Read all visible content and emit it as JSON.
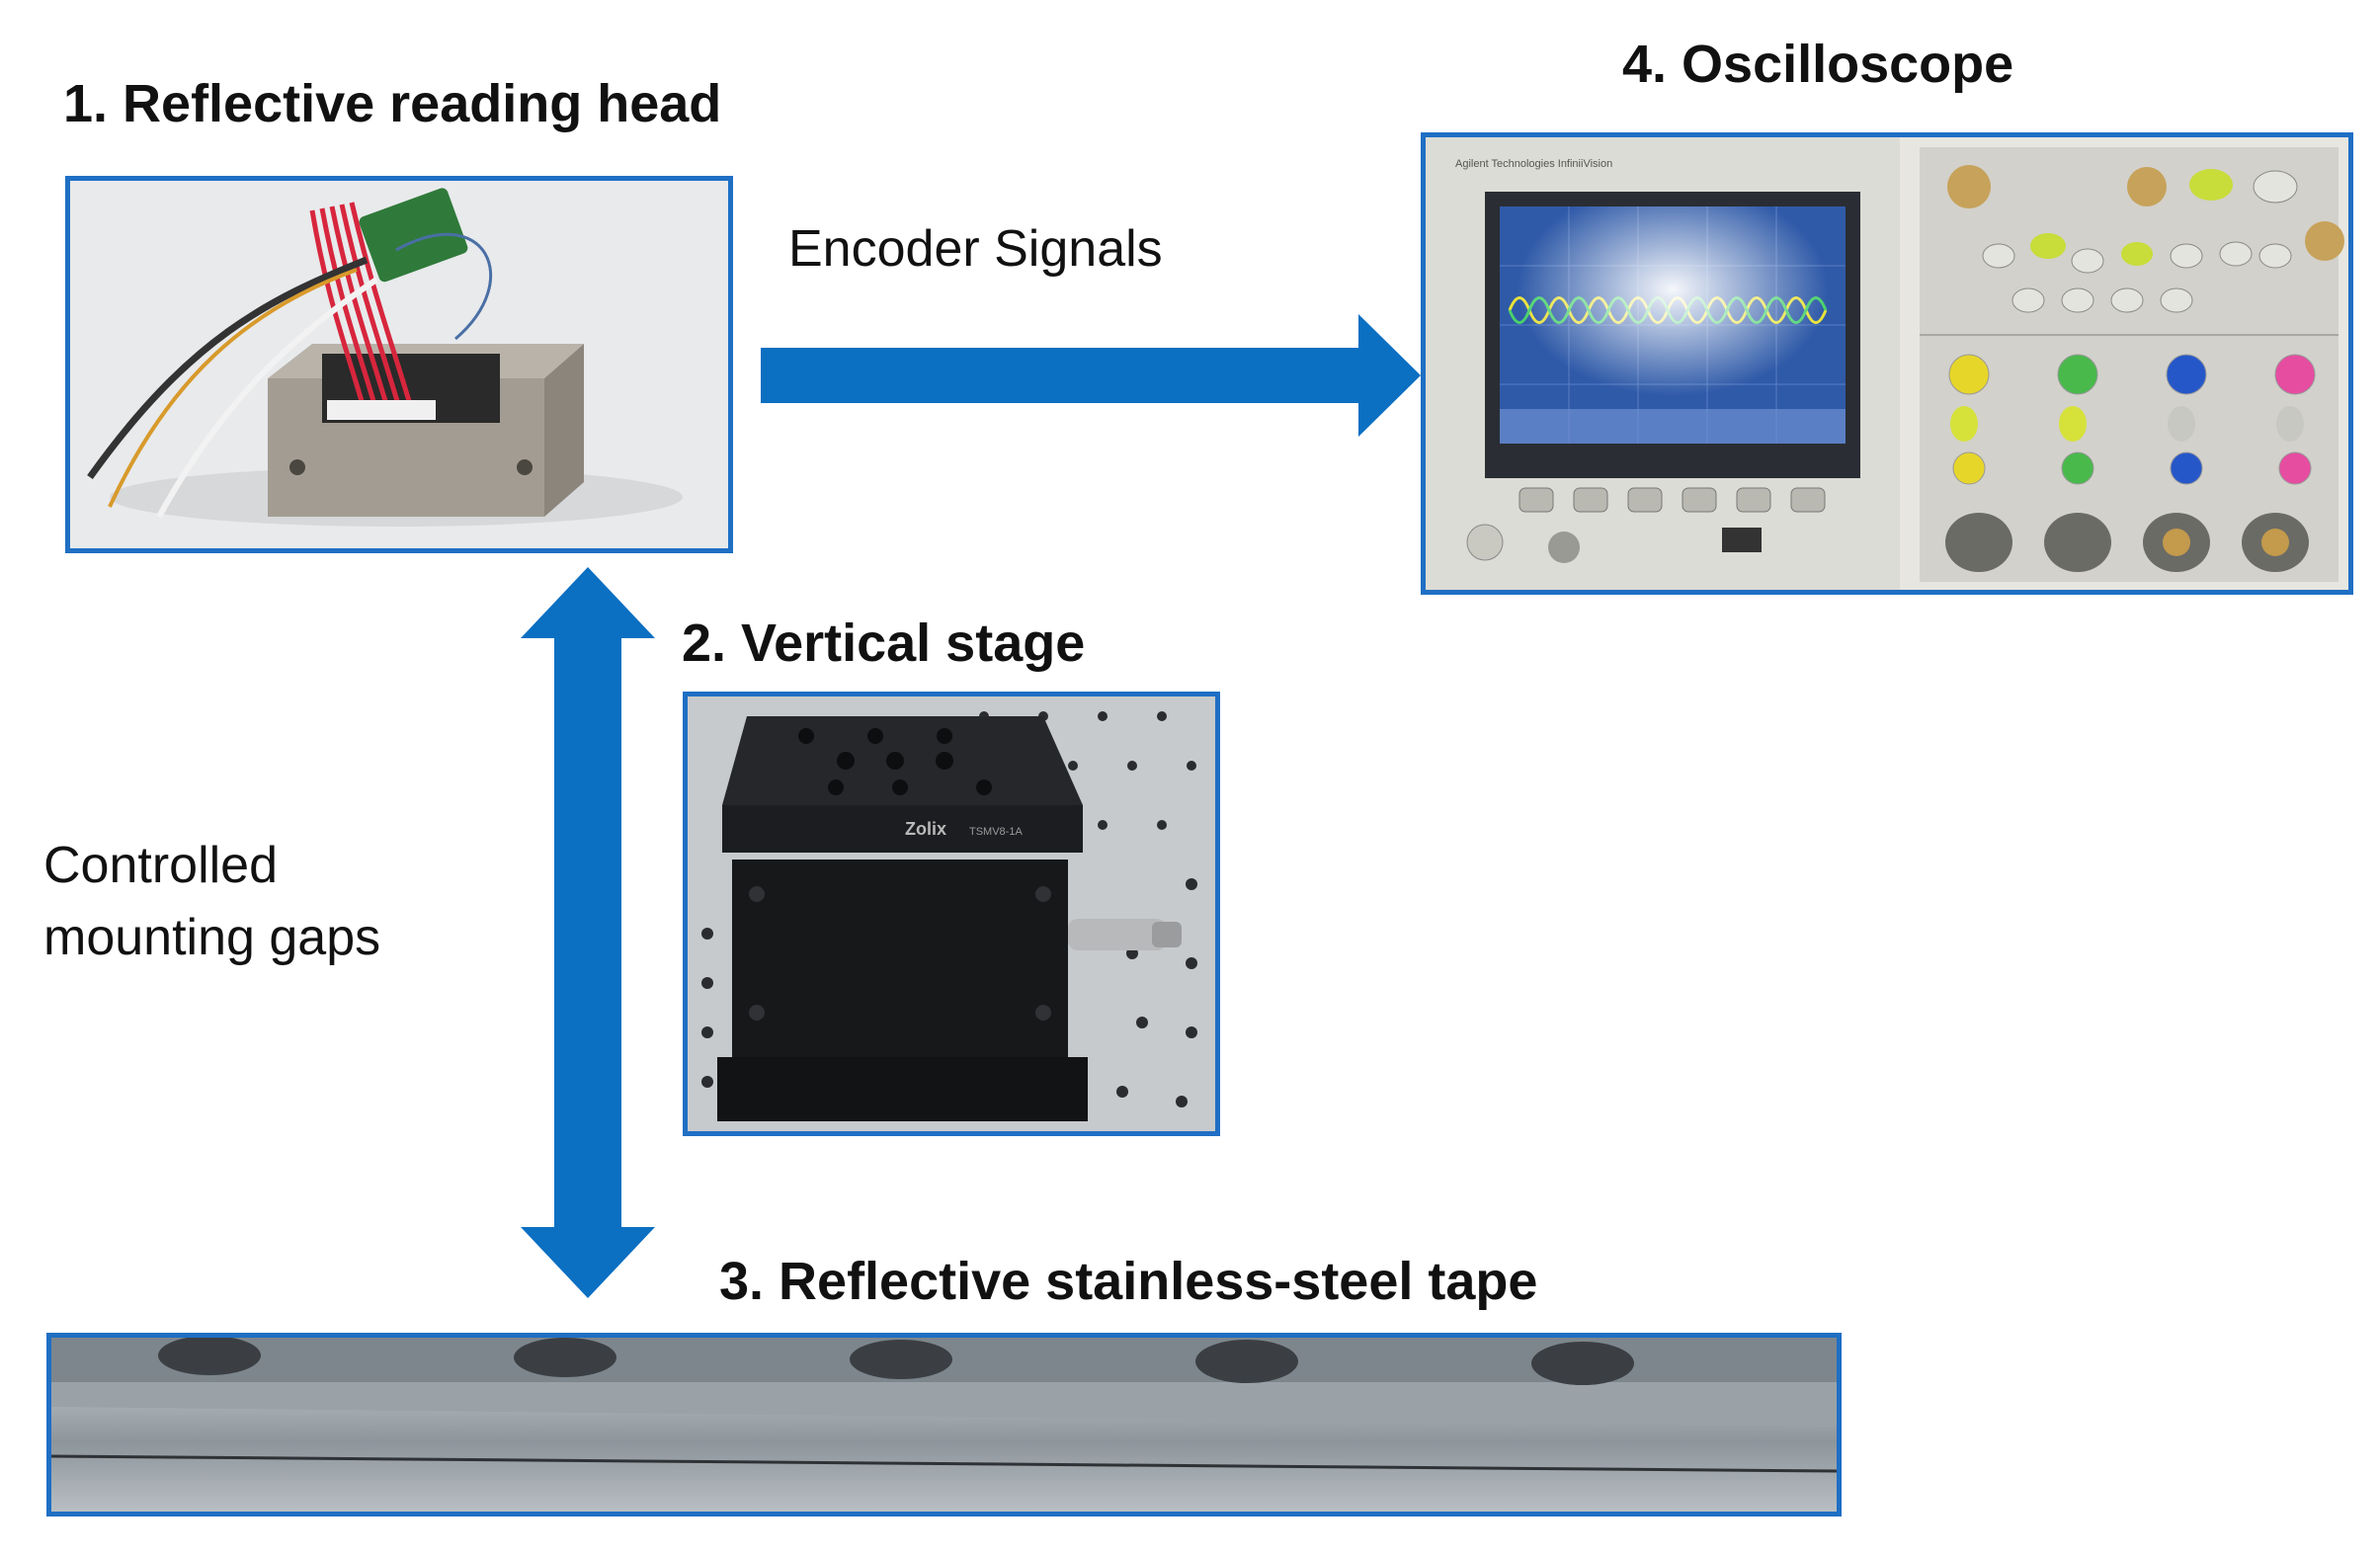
{
  "labels": {
    "reading_head": "1. Reflective reading head",
    "vertical_stage": "2. Vertical stage",
    "tape": "3. Reflective stainless-steel tape",
    "oscilloscope": "4. Oscilloscope"
  },
  "annotations": {
    "encoder_signals": "Encoder Signals",
    "gaps_line1": "Controlled",
    "gaps_line2": "mounting gaps"
  },
  "photo_text": {
    "stage_brand": "Zolix",
    "stage_model": "TSMV8-1A",
    "scope_brand": "Agilent Technologies",
    "scope_series": "InfiniiVision"
  },
  "colors": {
    "arrow": "#0b6fc2",
    "frame": "#1f6fc4"
  }
}
